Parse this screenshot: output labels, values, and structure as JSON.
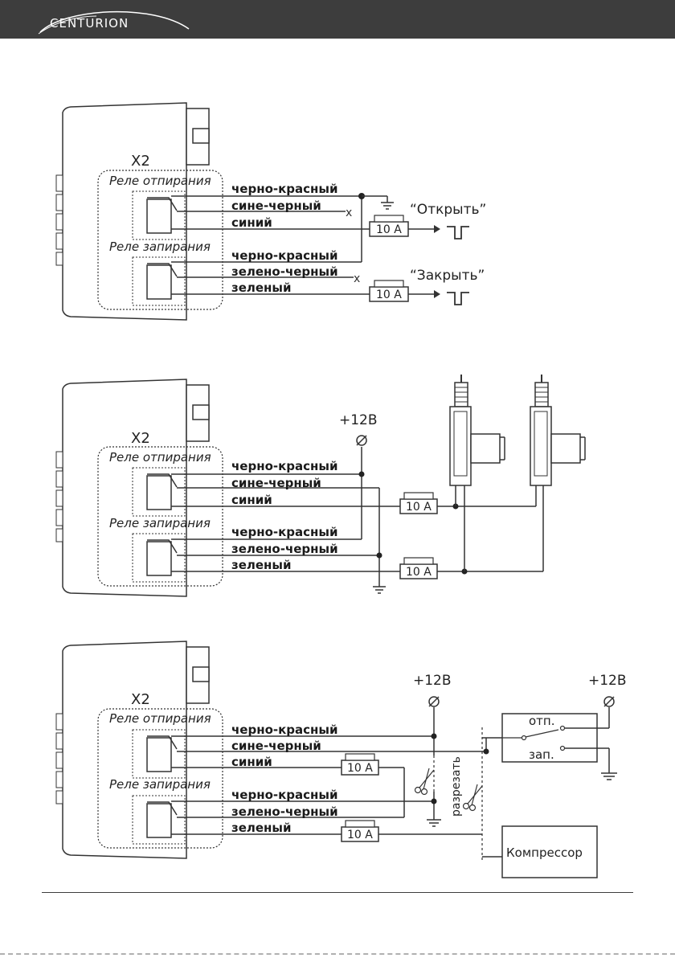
{
  "header": {
    "brand": "CENTURION"
  },
  "connector": "X2",
  "relays": {
    "unlock": "Реле отпирания",
    "lock": "Реле запирания"
  },
  "wires": {
    "black_red": "черно-красный",
    "blue_black": "сине-черный",
    "blue": "синий",
    "green_black": "зелено-черный",
    "green": "зеленый"
  },
  "fuse": "10 A",
  "signals": {
    "open": "“Открыть”",
    "close": "“Закрыть”"
  },
  "power": "+12В",
  "switch": {
    "unlock": "отп.",
    "lock": "зап."
  },
  "cut_label": "разрезать",
  "compressor": "Компрессор",
  "colors": {
    "header_bg": "#3d3d3d",
    "line": "#3a3a3a"
  },
  "icons": [
    "ground-icon",
    "negative-pulse-icon",
    "scissors-icon",
    "power-terminal-icon",
    "door-actuator-icon"
  ]
}
